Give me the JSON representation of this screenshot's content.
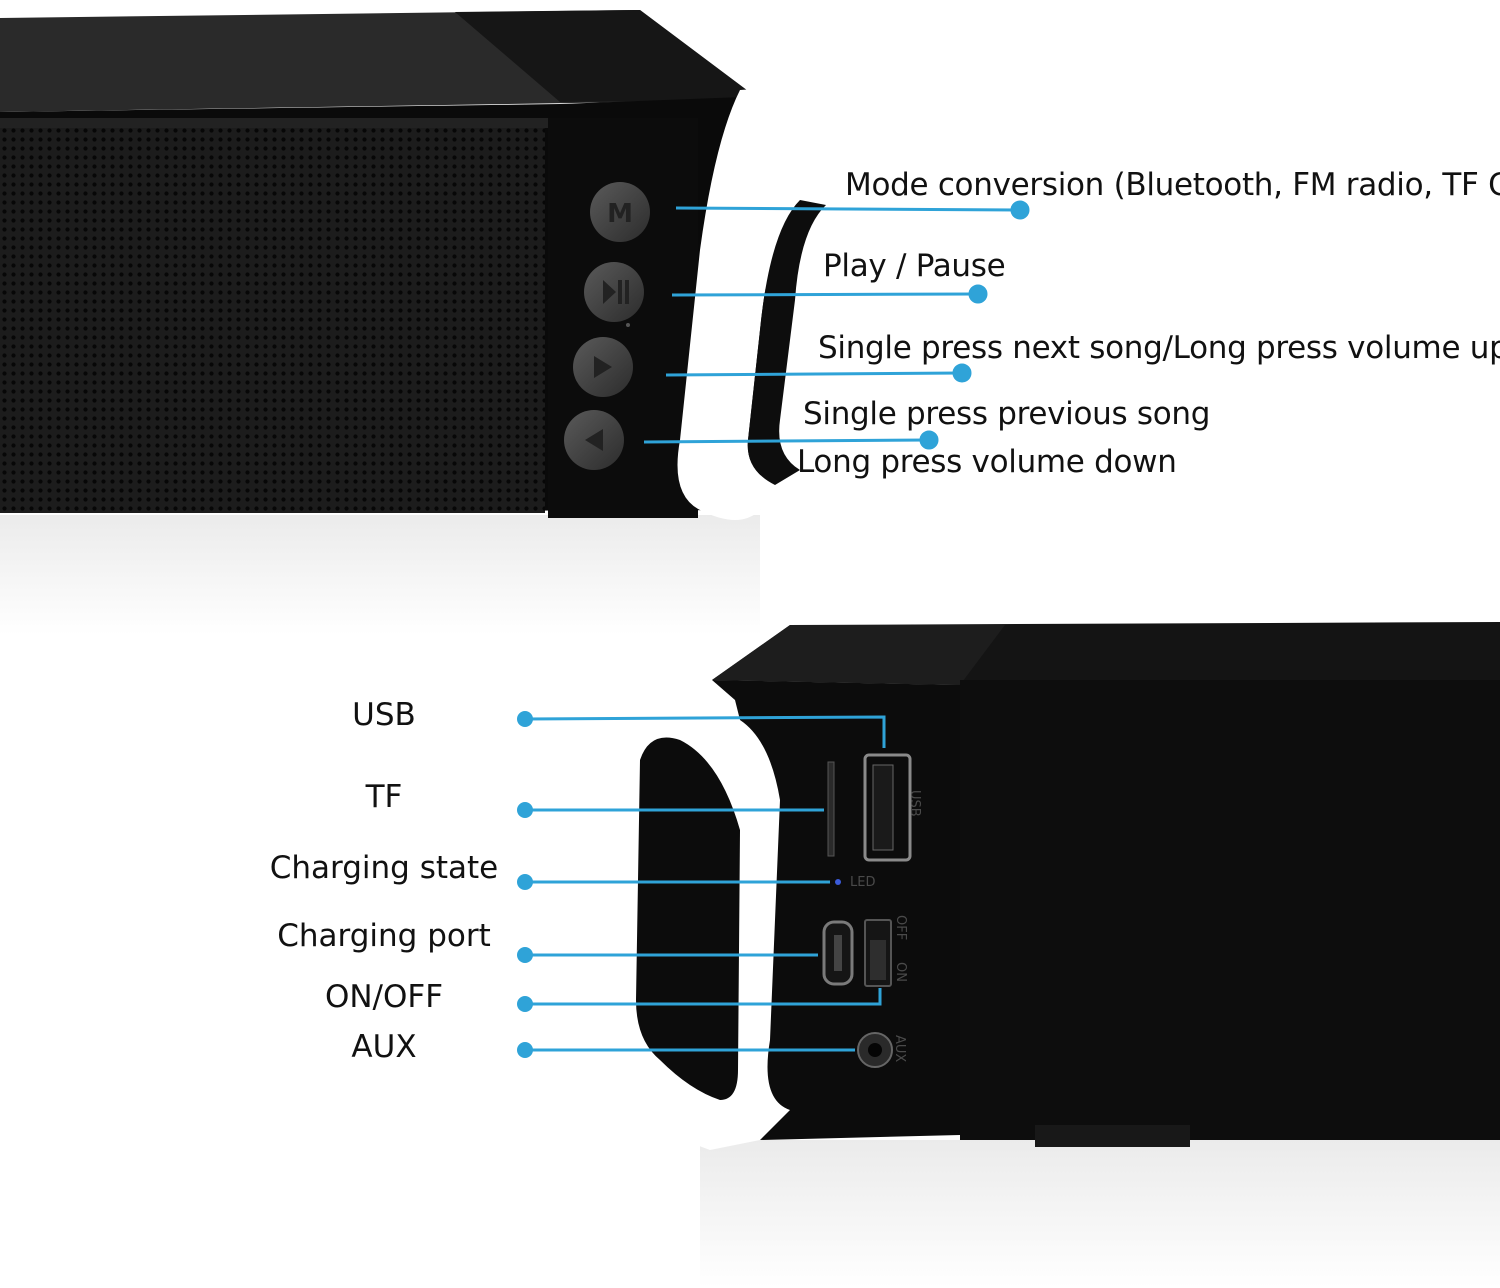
{
  "top_callouts": [
    {
      "id": "mode",
      "label": "Mode conversion (Bluetooth, FM radio, TF C",
      "button_icon": "m-icon"
    },
    {
      "id": "play",
      "label": "Play / Pause",
      "button_icon": "play-pause-icon"
    },
    {
      "id": "next",
      "label": "Single press next song/Long press volume up",
      "button_icon": "next-volume-up-icon"
    },
    {
      "id": "prev",
      "label": "Single press previous song",
      "button_icon": "prev-volume-down-icon"
    },
    {
      "id": "prev2",
      "label": "Long press volume down"
    }
  ],
  "bottom_callouts": [
    {
      "id": "usb",
      "label": "USB"
    },
    {
      "id": "tf",
      "label": "TF"
    },
    {
      "id": "charging_state",
      "label": "Charging state"
    },
    {
      "id": "charging_port",
      "label": "Charging port"
    },
    {
      "id": "onoff",
      "label": "ON/OFF"
    },
    {
      "id": "aux",
      "label": "AUX"
    }
  ],
  "device_markings": {
    "usb": "USB",
    "led": "LED",
    "on": "ON",
    "off": "OFF",
    "aux": "AUX"
  },
  "colors": {
    "callout_line": "#2fa3d8",
    "speaker_body": "#0b0b0b",
    "grille": "#1a1a1a",
    "end_cap": "#ffffff",
    "button": "#3a3a3a"
  }
}
